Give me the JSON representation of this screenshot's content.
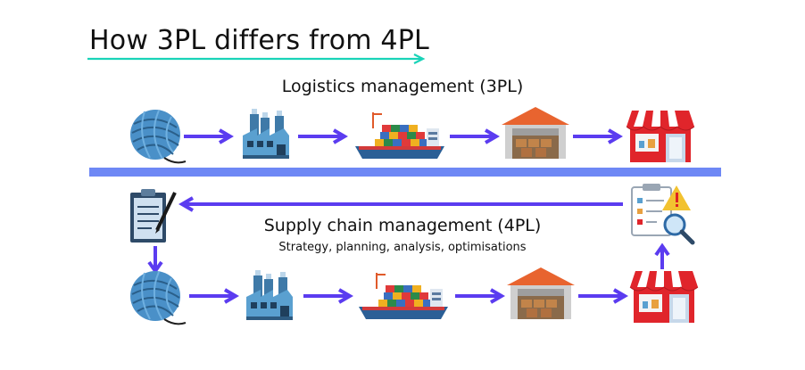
{
  "title": "How 3PL differs from 4PL",
  "logistics": {
    "label": "Logistics management (3PL)",
    "flow": [
      "yarn-icon",
      "factory-icon",
      "cargo-ship-icon",
      "warehouse-icon",
      "store-icon"
    ]
  },
  "supply_chain": {
    "label": "Supply chain management (4PL)",
    "sublabel": "Strategy, planning, analysis, optimisations",
    "flow": [
      "yarn-icon",
      "factory-icon",
      "cargo-ship-icon",
      "warehouse-icon",
      "store-icon"
    ],
    "feedback_icons": [
      "clipboard-icon",
      "analysis-icon"
    ]
  },
  "colors": {
    "arrow": "#5b3cf0",
    "divider": "#6e88f5",
    "title_underline": "#19d3b8",
    "yarn": "#4a90c8",
    "factory": "#3f7aa8",
    "ship_hull": "#2b5f96",
    "warehouse_roof": "#e8642f",
    "store": "#e0252b"
  }
}
